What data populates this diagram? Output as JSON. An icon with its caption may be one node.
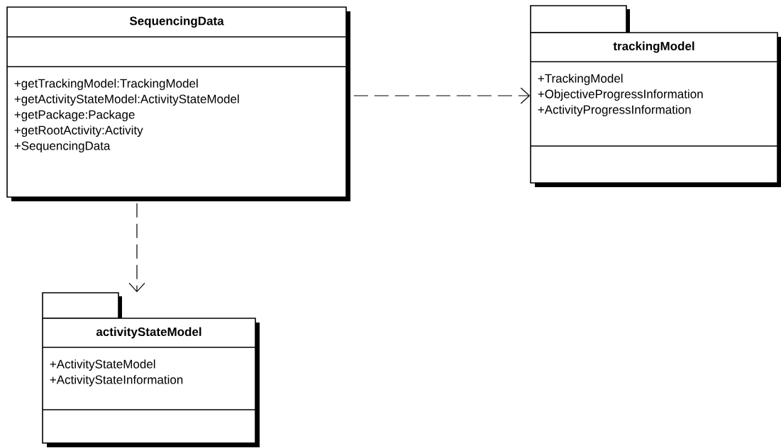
{
  "diagram": {
    "nodes": [
      {
        "text": [
          "SequencingData",
          "+getTrackingModel:TrackingModel",
          "+getActivityStateModel:ActivityStateModel",
          "+getPackage:Package",
          "+getRootActivity:Activity",
          "+SequencingData"
        ]
      },
      {
        "text": [
          "trackingModel",
          "+TrackingModel",
          "+ObjectiveProgressInformation",
          "+ActivityProgressInformation"
        ]
      },
      {
        "text": [
          "activityStateModel",
          "+ActivityStateModel",
          "+ActivityStateInformation"
        ]
      }
    ],
    "edges": [
      {
        "from": 0,
        "to": 1,
        "arrow": "to",
        "style": "dashed"
      },
      {
        "from": 0,
        "to": 2,
        "arrow": "to",
        "style": "dashed"
      }
    ]
  }
}
